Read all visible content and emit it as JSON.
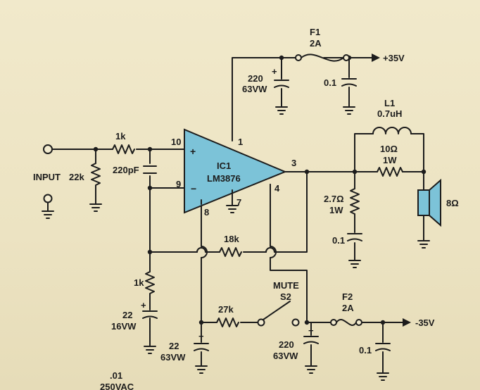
{
  "schematic": {
    "ic": {
      "ref": "IC1",
      "part": "LM3876",
      "pins": {
        "p1": "1",
        "p3": "3",
        "p4": "4",
        "p7": "7",
        "p8": "8",
        "p9": "9",
        "p10": "10"
      },
      "plus": "+",
      "minus": "−"
    },
    "input_label": "INPUT",
    "r_in": "1k",
    "r_bias": "22k",
    "c_in": "220pF",
    "fuse1": {
      "ref": "F1",
      "rating": "2A"
    },
    "pos_rail": "+35V",
    "c_pos_bulk": {
      "value": "220",
      "voltage": "63VW",
      "pol": "+"
    },
    "c_pos_dec": "0.1",
    "l1": {
      "ref": "L1",
      "value": "0.7uH"
    },
    "r_l1": {
      "value": "10Ω",
      "power": "1W"
    },
    "r_zobel": {
      "value": "2.7Ω",
      "power": "1W"
    },
    "c_zobel": "0.1",
    "speaker": "8Ω",
    "r_fb": "18k",
    "r_gnd": "1k",
    "c_gnd": {
      "value": "22",
      "voltage": "16VW",
      "pol": "+"
    },
    "mute": {
      "label": "MUTE",
      "ref": "S2"
    },
    "r_mute": "27k",
    "c_mute": {
      "value": "22",
      "voltage": "63VW",
      "pol": "+"
    },
    "fuse2": {
      "ref": "F2",
      "rating": "2A"
    },
    "neg_rail": "-35V",
    "c_neg_bulk": {
      "value": "220",
      "voltage": "63VW",
      "pol": "+"
    },
    "c_neg_dec": "0.1",
    "bottom_cap": {
      "value": ".01",
      "voltage": "250VAC"
    }
  },
  "colors": {
    "ic_fill": "#7cc3d8",
    "speaker_fill": "#7cc3d8",
    "ink": "#1c1c1c",
    "paper": "#efe7c8"
  }
}
